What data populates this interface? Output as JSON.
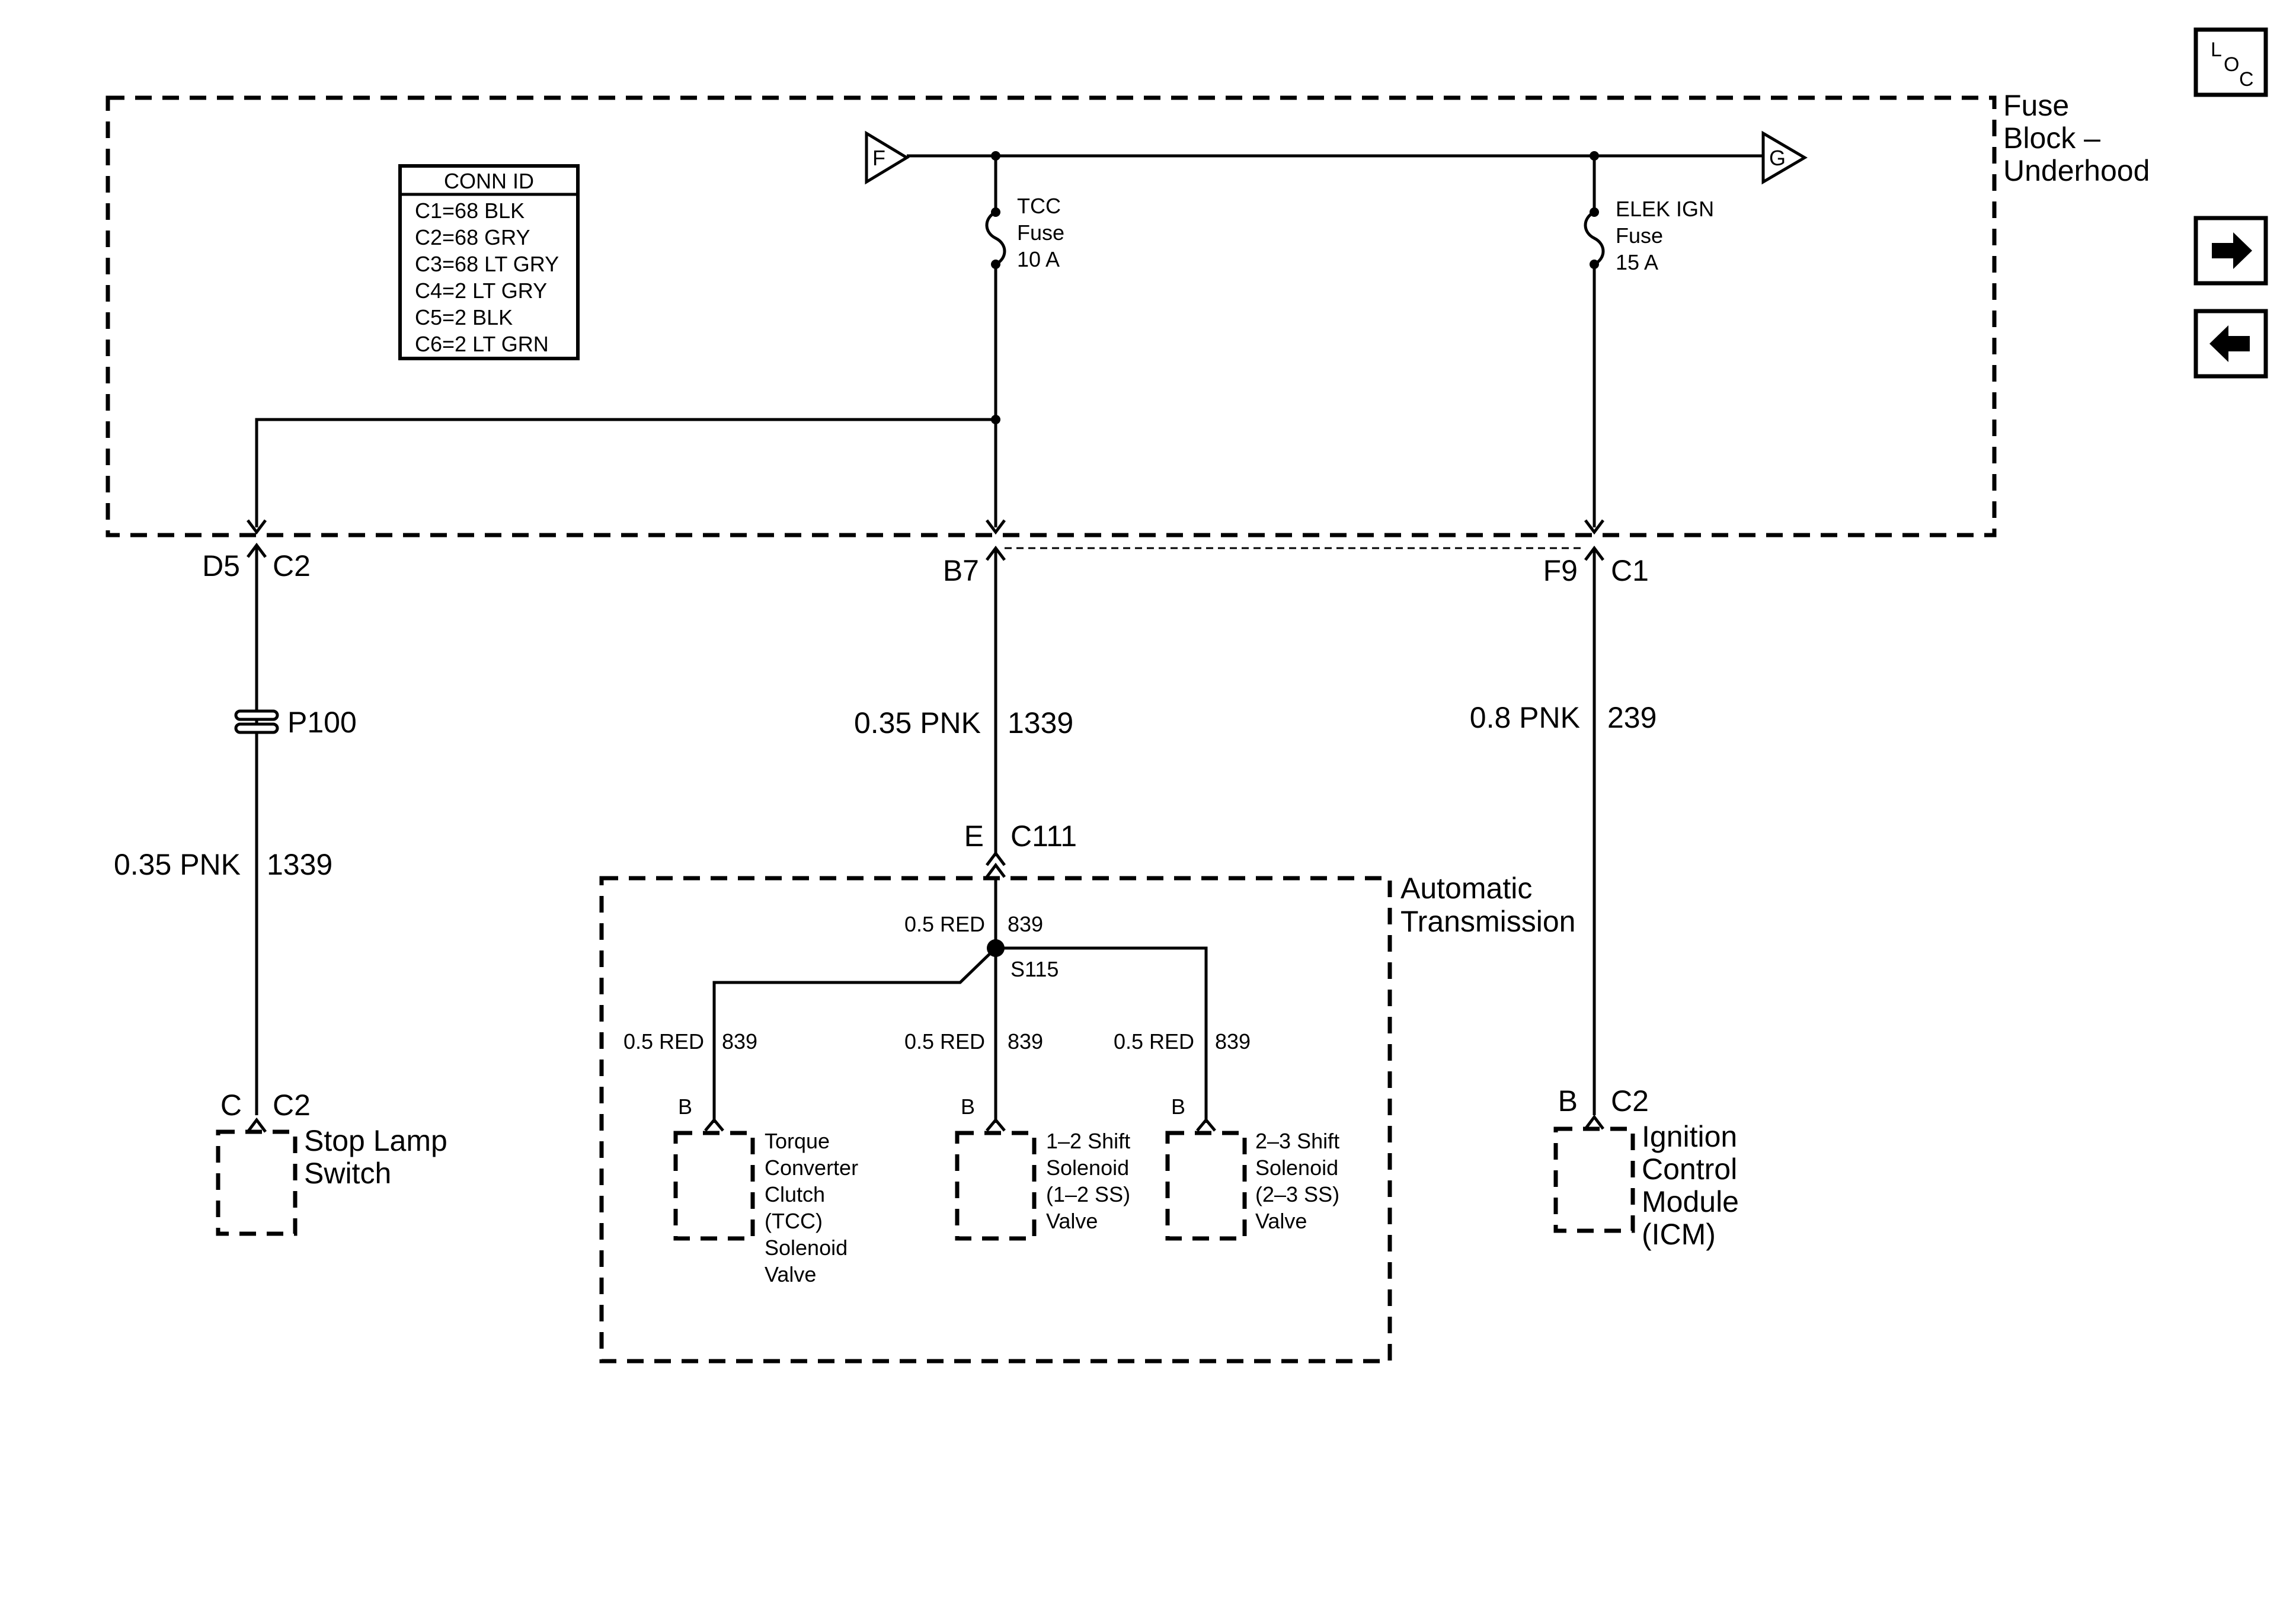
{
  "fuse_block": {
    "title_lines": [
      "Fuse",
      "Block –",
      "Underhood"
    ],
    "bus_left_terminal": "F",
    "bus_right_terminal": "G",
    "tcc_fuse_lines": [
      "TCC",
      "Fuse",
      "10 A"
    ],
    "elek_fuse_lines": [
      "ELEK IGN",
      "Fuse",
      "15 A"
    ]
  },
  "conn_id": {
    "header": "CONN ID",
    "rows": [
      "C1=68 BLK",
      "C2=68 GRY",
      "C3=68 LT GRY",
      "C4=2 LT GRY",
      "C5=2 BLK",
      "C6=2 LT GRN"
    ]
  },
  "stop_lamp_branch": {
    "pin": "D5",
    "connector": "C2",
    "splice": "P100",
    "wire_size_color": "0.35 PNK",
    "circuit": "1339",
    "component_pin": "C",
    "component_connector": "C2",
    "component_lines": [
      "Stop Lamp",
      "Switch"
    ]
  },
  "transmission_branch": {
    "pin": "B7",
    "wire_size_color": "0.35 PNK",
    "circuit": "1339",
    "inline_pin": "E",
    "inline_connector": "C111",
    "box_title_lines": [
      "Automatic",
      "Transmission"
    ],
    "feed_wire": "0.5 RED",
    "feed_circuit": "839",
    "splice": "S115",
    "solenoids": [
      {
        "wire": "0.5 RED",
        "circuit": "839",
        "pin": "B",
        "lines": [
          "Torque",
          "Converter",
          "Clutch",
          "(TCC)",
          "Solenoid",
          "Valve"
        ]
      },
      {
        "wire": "0.5 RED",
        "circuit": "839",
        "pin": "B",
        "lines": [
          "1–2 Shift",
          "Solenoid",
          "(1–2 SS)",
          "Valve"
        ]
      },
      {
        "wire": "0.5 RED",
        "circuit": "839",
        "pin": "B",
        "lines": [
          "2–3 Shift",
          "Solenoid",
          "(2–3 SS)",
          "Valve"
        ]
      }
    ]
  },
  "icm_branch": {
    "pin": "F9",
    "connector": "C1",
    "wire_size_color": "0.8 PNK",
    "circuit": "239",
    "component_pin": "B",
    "component_connector": "C2",
    "component_lines": [
      "Ignition",
      "Control",
      "Module",
      "(ICM)"
    ]
  },
  "nav": {
    "loc_letters": [
      "L",
      "O",
      "C"
    ],
    "forward_icon": "arrow-right-icon",
    "back_icon": "arrow-left-icon"
  }
}
